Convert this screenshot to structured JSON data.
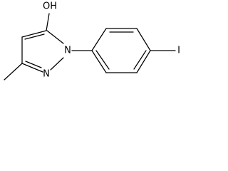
{
  "molecule": {
    "atoms": {
      "hydroxyl": "OH",
      "n1": "N",
      "n2": "N",
      "iodine": "I"
    }
  }
}
